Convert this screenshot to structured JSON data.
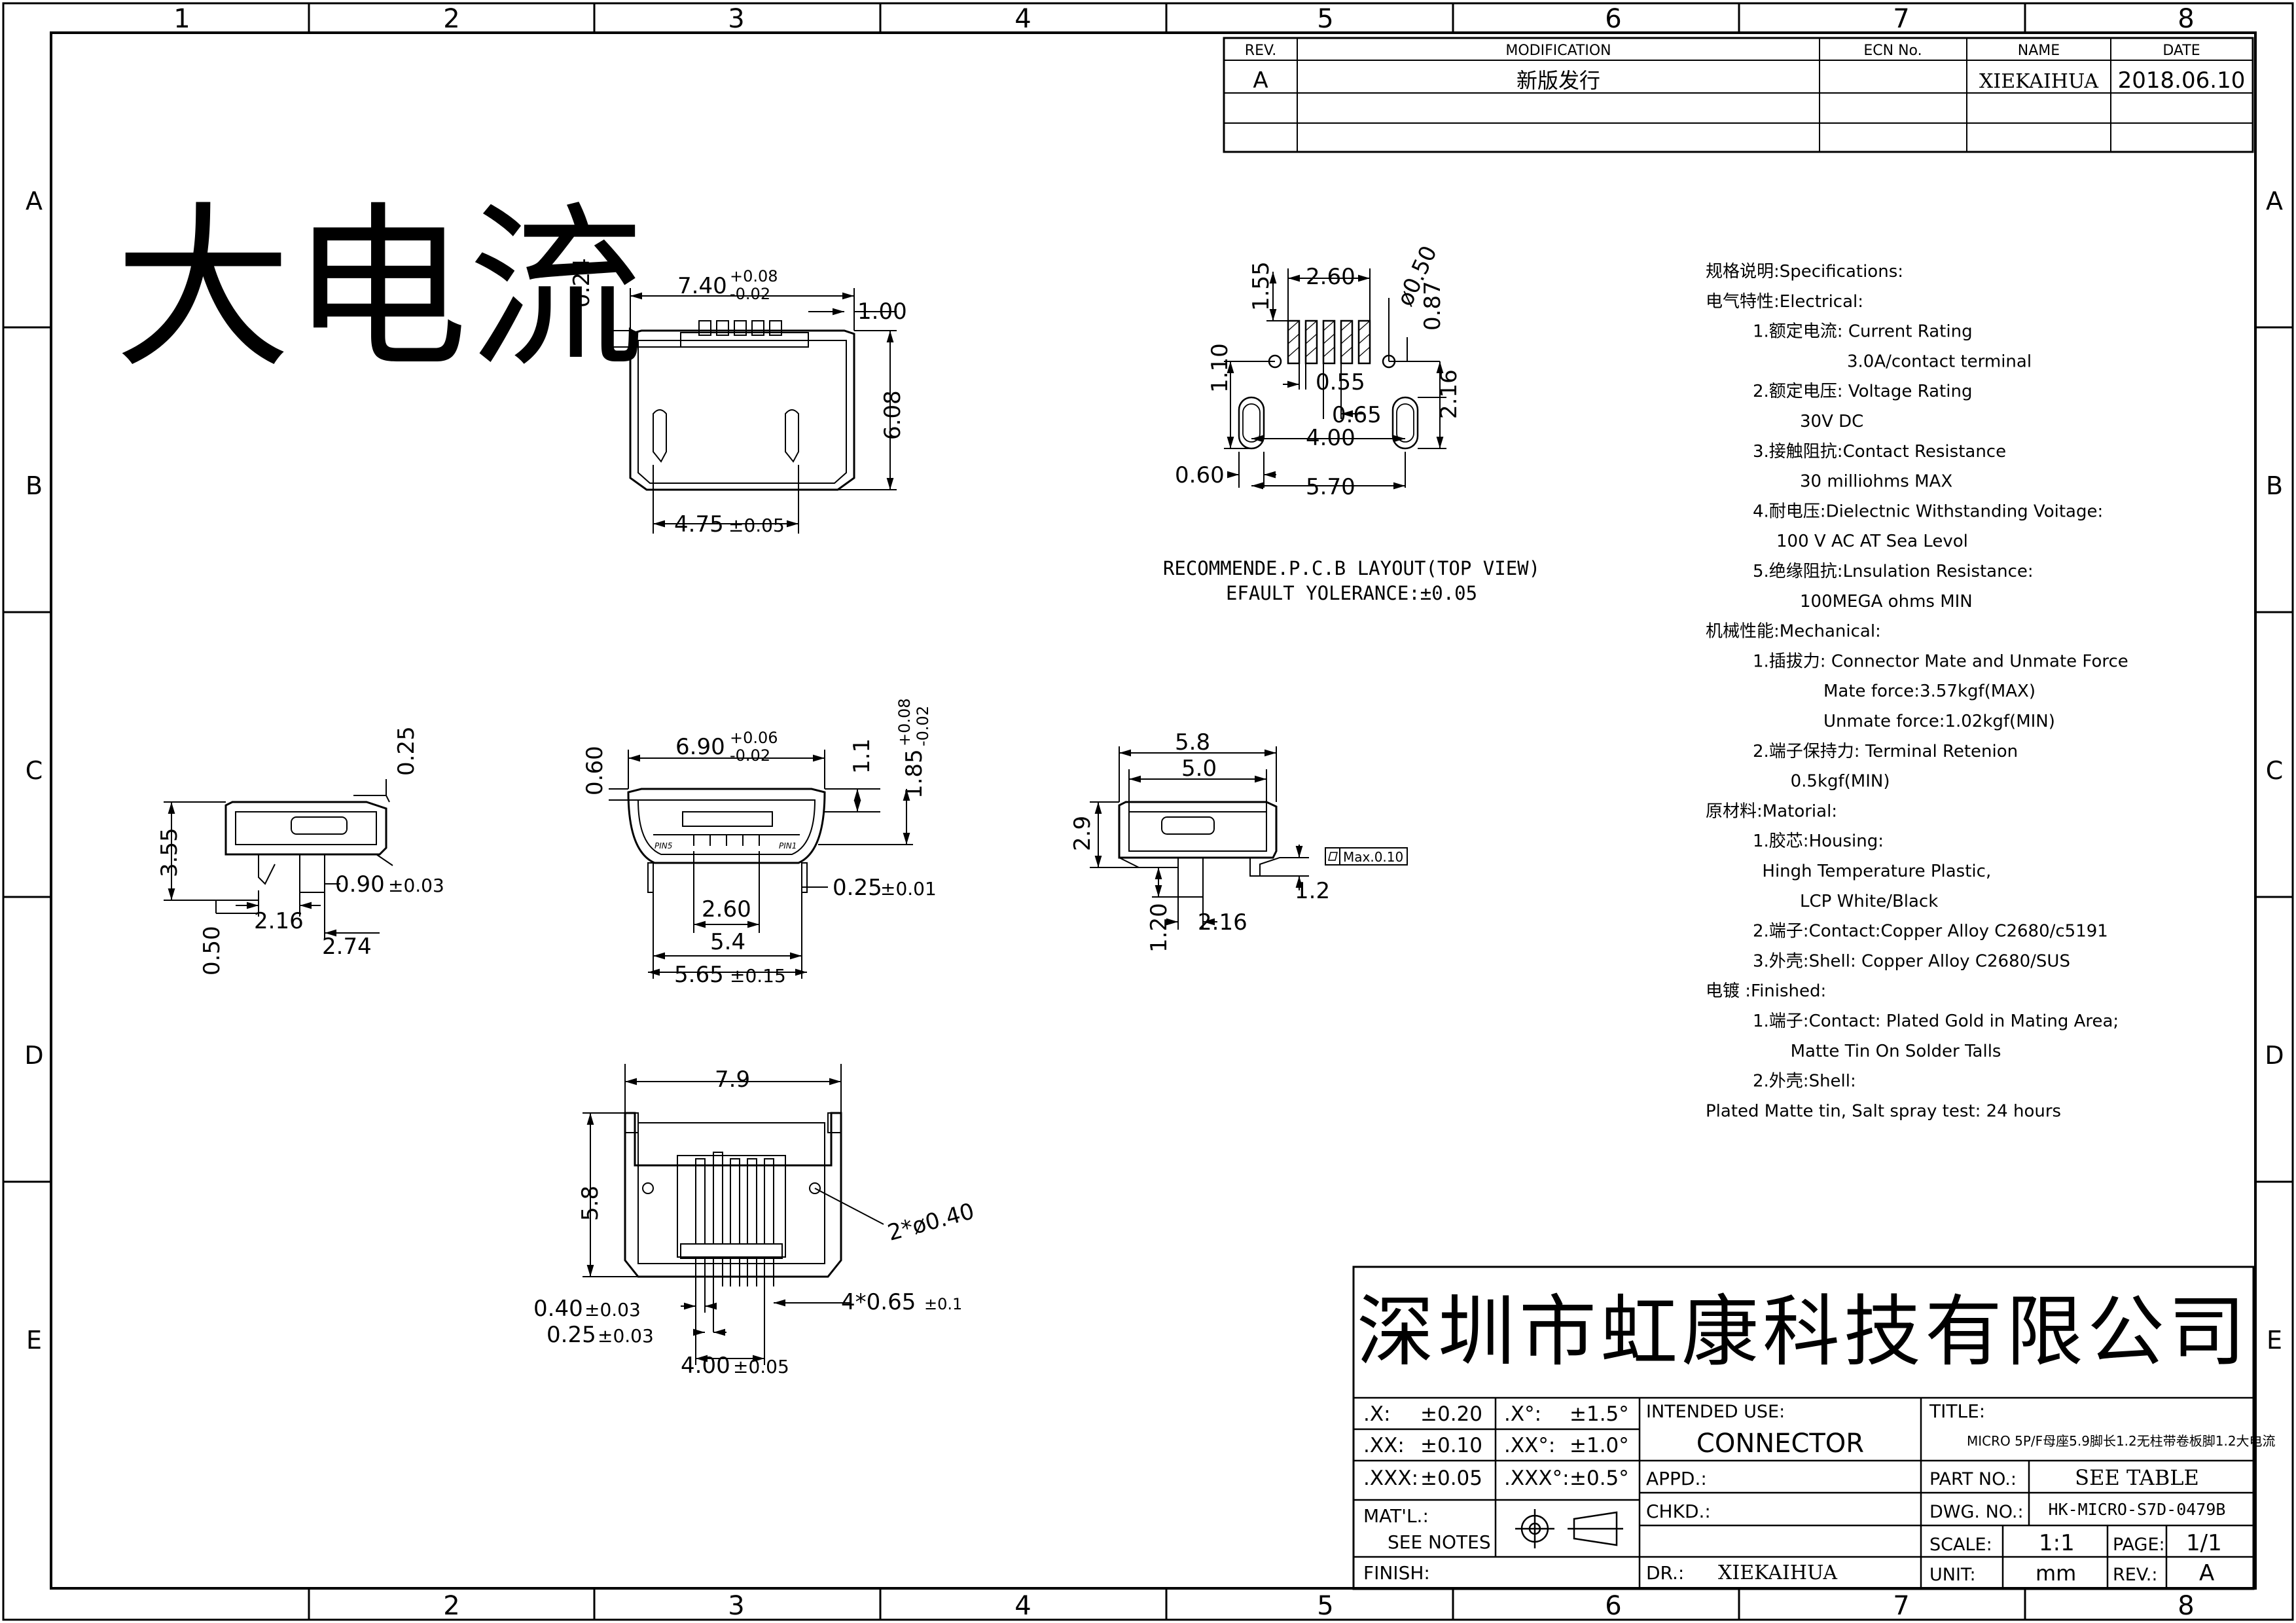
{
  "frame": {
    "columns": [
      "1",
      "2",
      "3",
      "4",
      "5",
      "6",
      "7",
      "8"
    ],
    "rows": [
      "A",
      "B",
      "C",
      "D",
      "E"
    ]
  },
  "revision_table": {
    "headers": {
      "rev": "REV.",
      "modification": "MODIFICATION",
      "ecn": "ECN No.",
      "name": "NAME",
      "date": "DATE"
    },
    "row": {
      "rev": "A",
      "modification": "新版发行",
      "ecn": "",
      "name": "XIEKAIHUA",
      "date": "2018.06.10"
    }
  },
  "watermark_title": "大电流",
  "views": {
    "top_view": {
      "dims": {
        "height_024": "0.24",
        "width_740": "7.40",
        "tol_740_plus": "+0.08",
        "tol_740_minus": "-0.02",
        "offset_100": "1.00",
        "height_608": "6.08",
        "width_475": "4.75",
        "tol_475": "±0.05"
      }
    },
    "pcb_layout": {
      "dims": {
        "d155": "1.55",
        "d260": "2.60",
        "d050": "ø0.50",
        "d087": "0.87",
        "d110": "1.10",
        "d055": "0.55",
        "d065": "0.65",
        "d400": "4.00",
        "d216": "2.16",
        "d060": "0.60",
        "d570": "5.70"
      },
      "caption_line1": "RECOMMENDE.P.C.B LAYOUT(TOP VIEW)",
      "caption_line2": "EFAULT YOLERANCE:±0.05"
    },
    "side_view_left": {
      "dims": {
        "d025": "0.25",
        "d355": "3.55",
        "d090": "0.90",
        "tol_090": "±0.03",
        "d216": "2.16",
        "d274": "2.74",
        "d050": "0.50"
      }
    },
    "front_view": {
      "dims": {
        "d060": "0.60",
        "d690": "6.90",
        "tol_690_plus": "+0.06",
        "tol_690_minus": "-0.02",
        "d11": "1.1",
        "d185": "1.85",
        "tol_185_plus": "+0.08",
        "tol_185_minus": "-0.02",
        "d260": "2.60",
        "d025": "0.25",
        "tol_025": "±0.01",
        "d54": "5.4",
        "d565": "5.65",
        "tol_565": "±0.15"
      },
      "pin_label_left": "PIN5",
      "pin_label_right": "PIN1"
    },
    "side_view_right": {
      "dims": {
        "d58": "5.8",
        "d50": "5.0",
        "d29": "2.9",
        "flatness": "Max.0.10",
        "d12": "1.2",
        "d120": "1.20",
        "d216": "2.16"
      }
    },
    "bottom_view": {
      "dims": {
        "d79": "7.9",
        "d58": "5.8",
        "holes": "2*ø0.40",
        "d040": "0.40",
        "tol_040": "±0.03",
        "d025": "0.25",
        "tol_025": "±0.03",
        "pitch": "4*0.65",
        "tol_pitch": "±0.1",
        "d400": "4.00",
        "tol_400": "±0.05"
      }
    }
  },
  "specifications": {
    "heading": "规格说明:Specifications:",
    "lines": [
      {
        "indent": 0,
        "text": "电气特性:Electrical:"
      },
      {
        "indent": 1,
        "text": "1.额定电流: Current  Rating"
      },
      {
        "indent": 3,
        "text": "3.0A/contact  terminal"
      },
      {
        "indent": 1,
        "text": "2.额定电压: Voltage  Rating"
      },
      {
        "indent": 2,
        "text": "30V  DC"
      },
      {
        "indent": 1,
        "text": "3.接触阻抗:Contact  Resistance"
      },
      {
        "indent": 2,
        "text": "30  milliohms  MAX"
      },
      {
        "indent": 1,
        "text": "4.耐电压:Dielectnic  Withstanding  Voitage:"
      },
      {
        "indent": 1.5,
        "text": "100  V  AC  AT  Sea  Levol"
      },
      {
        "indent": 1,
        "text": "5.绝缘阻抗:Lnsulation  Resistance:"
      },
      {
        "indent": 2,
        "text": "100MEGA  ohms  MIN"
      },
      {
        "indent": 0,
        "text": "机械性能:Mechanical:"
      },
      {
        "indent": 1,
        "text": "1.插拔力: Connector  Mate  and  Unmate  Force"
      },
      {
        "indent": 2.5,
        "text": "Mate  force:3.57kgf(MAX)"
      },
      {
        "indent": 2.5,
        "text": "Unmate  force:1.02kgf(MIN)"
      },
      {
        "indent": 1,
        "text": "2.端子保持力: Terminal  Retenion"
      },
      {
        "indent": 1.8,
        "text": "0.5kgf(MIN)"
      },
      {
        "indent": 0,
        "text": "原材料:Matorial:"
      },
      {
        "indent": 1,
        "text": "1.胶芯:Housing:"
      },
      {
        "indent": 1.2,
        "text": "Hingh  Temperature   Plastic,"
      },
      {
        "indent": 2,
        "text": "LCP   White/Black"
      },
      {
        "indent": 1,
        "text": "2.端子:Contact:Copper  Alloy  C2680/c5191"
      },
      {
        "indent": 1,
        "text": "3.外壳:Shell:  Copper  Alloy  C2680/SUS"
      },
      {
        "indent": 0,
        "text": "电镀 :Finished:"
      },
      {
        "indent": 1,
        "text": "1.端子:Contact:  Plated  Gold  in  Mating  Area;"
      },
      {
        "indent": 1.8,
        "text": "Matte  Tin  On  Solder  Talls"
      },
      {
        "indent": 1,
        "text": "2.外壳:Shell:"
      },
      {
        "indent": 0,
        "text": "Plated  Matte  tin,  Salt  spray  test:   24  hours"
      }
    ]
  },
  "title_block": {
    "company": "深圳市虹康科技有限公司",
    "tolerances": [
      {
        "k1": ".X:",
        "v1": "±0.20",
        "k2": ".X°:",
        "v2": "±1.5°"
      },
      {
        "k1": ".XX:",
        "v1": "±0.10",
        "k2": ".XX°:",
        "v2": "±1.0°"
      },
      {
        "k1": ".XXX:",
        "v1": "±0.05",
        "k2": ".XXX°:",
        "v2": "±0.5°"
      }
    ],
    "mat_label": "MAT'L.:",
    "mat_value": "SEE  NOTES",
    "finish_label": "FINISH:",
    "intended_use_label": "INTENDED USE:",
    "intended_use_value": "CONNECTOR",
    "appd_label": "APPD.:",
    "chkd_label": "CHKD.:",
    "dr_label": "DR.:",
    "dr_value": "XIEKAIHUA",
    "title_label": "TITLE:",
    "title_value": "MICRO  5P/F母座5.9脚长1.2无柱带卷板脚1.2大电流",
    "part_no_label": "PART NO.:",
    "part_no_value": "SEE  TABLE",
    "dwg_no_label": "DWG. NO.:",
    "dwg_no_value": "HK-MICRO-S7D-0479B",
    "scale_label": "SCALE:",
    "scale_value": "1:1",
    "page_label": "PAGE:",
    "page_value": "1/1",
    "unit_label": "UNIT:",
    "unit_value": "mm",
    "rev_label": "REV.:",
    "rev_value": "A"
  }
}
